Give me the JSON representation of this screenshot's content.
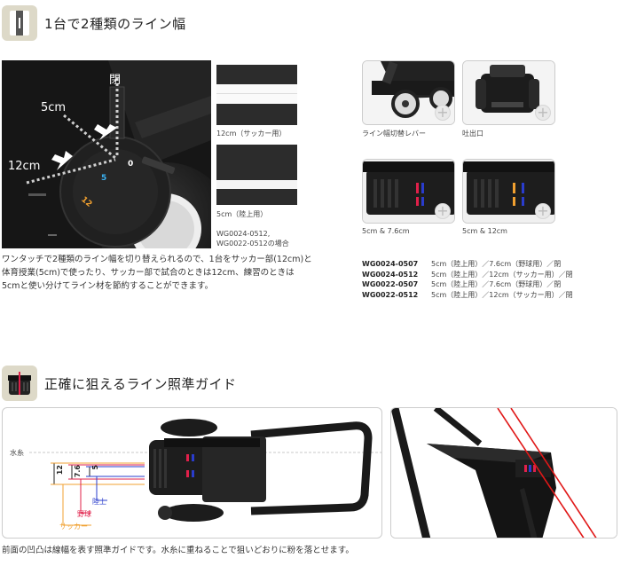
{
  "section1": {
    "title": "1台で2種類のライン幅",
    "photo_labels": {
      "closed": "閉",
      "w5": "5cm",
      "w12": "12cm",
      "dial_0": "0",
      "dial_5": "5",
      "dial_12": "12"
    },
    "swatches": [
      {
        "caption": "12cm（サッカー用）"
      },
      {
        "caption": "5cm（陸上用）"
      }
    ],
    "note": "WG0024-0512,\nWG0022-0512の場合",
    "description": "ワンタッチで2種類のライン幅を切り替えられるので、1台をサッカー部(12cm)と体育授業(5cm)で使ったり、サッカー部で試合のときは12cm、練習のときは5cmと使い分けてライン材を節約することができます。",
    "thumbnails": [
      {
        "caption": "ライン幅切替レバー"
      },
      {
        "caption": "吐出口"
      },
      {
        "caption": "5cm & 7.6cm"
      },
      {
        "caption": "5cm & 12cm"
      }
    ],
    "models": [
      {
        "code": "WG0024-0507",
        "desc": "5cm（陸上用）／7.6cm（野球用）／閉"
      },
      {
        "code": "WG0024-0512",
        "desc": "5cm（陸上用）／12cm（サッカー用）／閉"
      },
      {
        "code": "WG0022-0507",
        "desc": "5cm（陸上用）／7.6cm（野球用）／閉"
      },
      {
        "code": "WG0022-0512",
        "desc": "5cm（陸上用）／12cm（サッカー用）／閉"
      }
    ]
  },
  "section2": {
    "title": "正確に狙えるライン照準ガイド",
    "diagram": {
      "water_line": "水糸",
      "w12": "12",
      "w76": "7.6",
      "w5": "5",
      "track": "陸上",
      "baseball": "野球",
      "soccer": "サッカー"
    },
    "description": "前面の凹凸は線幅を表す照準ガイドです。水糸に重ねることで狙いどおりに粉を落とせます。"
  },
  "colors": {
    "track": "#2a3ccc",
    "baseball": "#e0204a",
    "soccer": "#f0a030",
    "icon_bg": "#ddd9c8",
    "dark": "#1c1c1c"
  }
}
